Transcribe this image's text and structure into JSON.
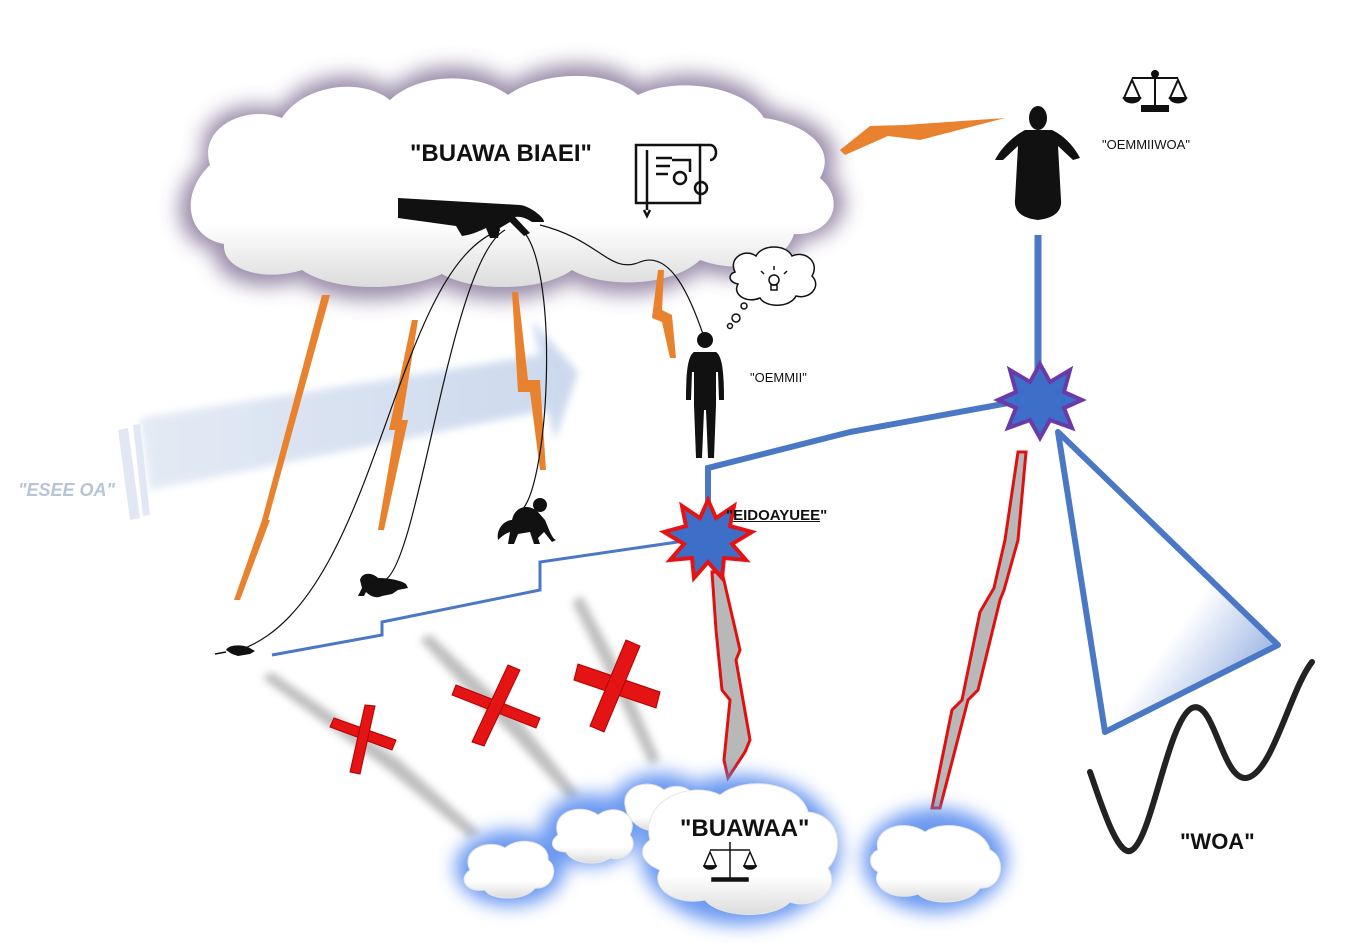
{
  "labels": {
    "top_cloud": "\"BUAWA BIAEI\"",
    "left_arrow": "\"ESEE OA\"",
    "human": "\"OEMMII\"",
    "figure_top_right": "\"OEMMIIWOA\"",
    "junction": "EIDOAYUEE",
    "bottom_cloud": "\"BUAWAA\"",
    "wave": "\"WOA\""
  },
  "colors": {
    "lightning_orange": "#e8822e",
    "lightning_red_outline": "#e01010",
    "lightning_gray_fill": "#b8b8b8",
    "blue_line": "#4a78c4",
    "cross_red": "#e51414",
    "cloud_glow_top": "#8a7a9a",
    "cloud_glow_bottom": "#5b8ef0",
    "star_red": "#e51414",
    "star_purple": "#6a3aa8",
    "star_fill_blue": "#3e6fc8",
    "arrow_faded": "#c9d6ea",
    "wave_dark": "#222222"
  },
  "icons": [
    "hand-icon",
    "blueprint-icon",
    "scales-icon",
    "lightbulb-thought-icon",
    "human-silhouette-icon",
    "monkey-icon",
    "ferret-icon",
    "rat-icon",
    "robed-figure-icon"
  ]
}
